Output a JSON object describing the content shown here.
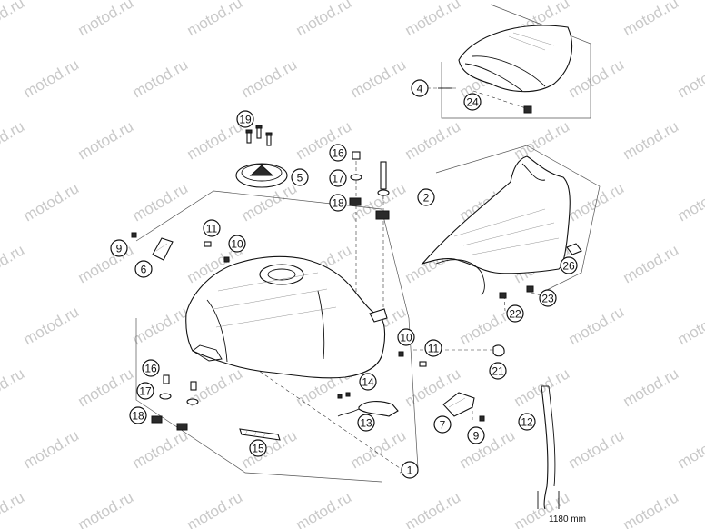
{
  "watermark": "motod.ru",
  "callouts": [
    "1",
    "2",
    "4",
    "5",
    "6",
    "7",
    "9",
    "9",
    "10",
    "10",
    "11",
    "11",
    "12",
    "13",
    "14",
    "15",
    "16",
    "16",
    "17",
    "17",
    "18",
    "18",
    "19",
    "21",
    "22",
    "23",
    "24",
    "26"
  ],
  "hose_length_label": "1180 mm",
  "colors": {
    "line": "#111111",
    "watermark": "#c9c9c9",
    "background": "#ffffff"
  }
}
